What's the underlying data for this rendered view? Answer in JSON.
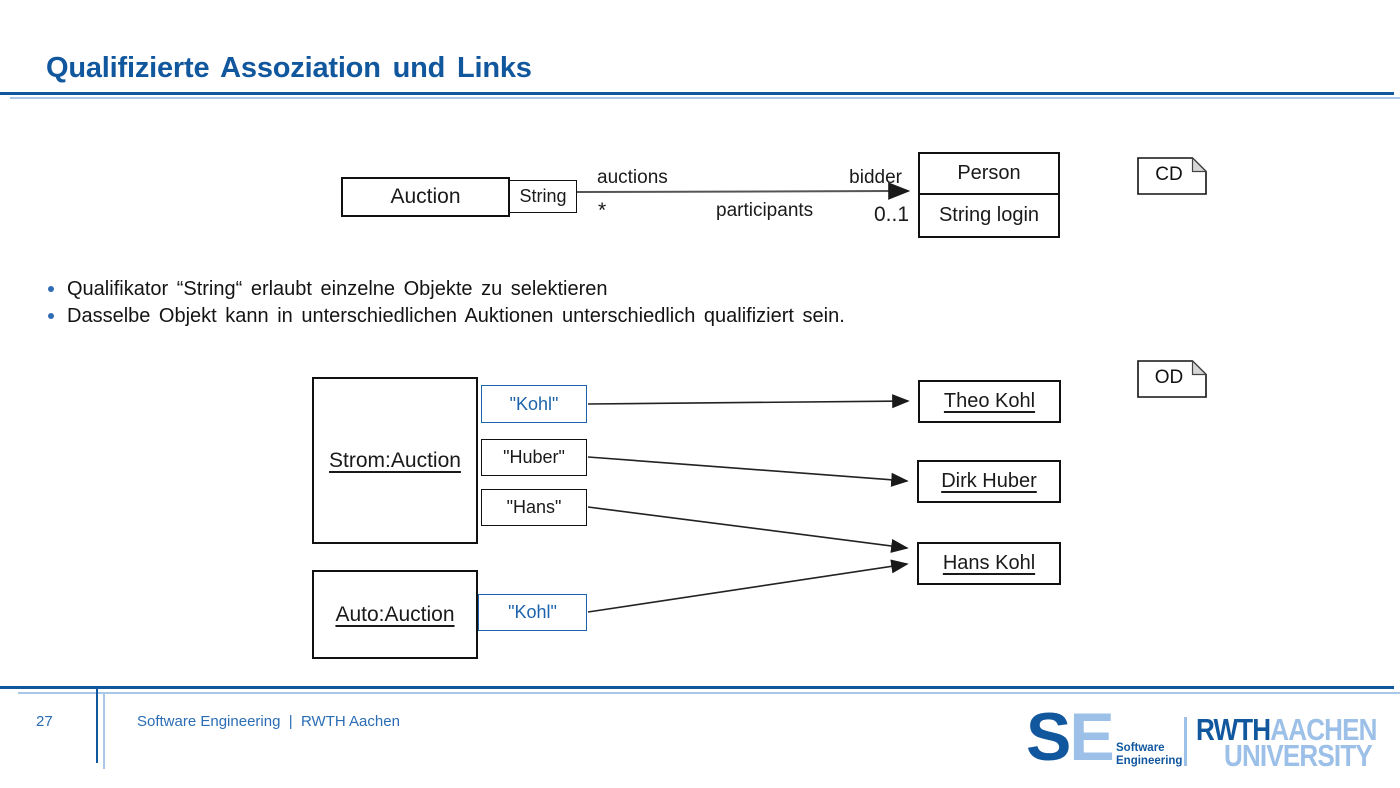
{
  "colors": {
    "primary_blue": "#11579e",
    "light_blue": "#a9c7e6",
    "qualifier_highlight_blue": "#1d63ac",
    "diagram_line": "#333333"
  },
  "header": {
    "title": "Qualifizierte Assoziation und Links"
  },
  "class_diagram": {
    "tag": "CD",
    "auction_label": "Auction",
    "qualifier_label": "String",
    "person_label": "Person",
    "person_attribute": "String login",
    "assoc": {
      "role_left_top": "auctions",
      "role_right_top": "bidder",
      "role_bottom": "participants",
      "mult_left": "*",
      "mult_right": "0..1"
    }
  },
  "bullets": [
    "Qualifikator “String“ erlaubt einzelne Objekte zu selektieren",
    "Dasselbe Objekt kann in unterschiedlichen Auktionen unterschiedlich qualifiziert sein."
  ],
  "object_diagram": {
    "tag": "OD",
    "strom_auction_label": "Strom:Auction",
    "auto_auction_label": "Auto:Auction",
    "strom_qualifiers": [
      "\"Kohl\"",
      "\"Huber\"",
      "\"Hans\""
    ],
    "auto_qualifier": "\"Kohl\"",
    "person_objects": [
      "Theo Kohl",
      "Dirk Huber",
      "Hans Kohl"
    ]
  },
  "footer": {
    "page_number": "27",
    "caption": "Software Engineering  |  RWTH Aachen",
    "se_logo": {
      "letter_s": "S",
      "letter_e": "E",
      "caption_line1": "Software",
      "caption_line2": "Engineering"
    },
    "rwth_logo": {
      "rwth": "RWTH",
      "aachen": "AACHEN",
      "university": "UNIVERSITY"
    }
  }
}
